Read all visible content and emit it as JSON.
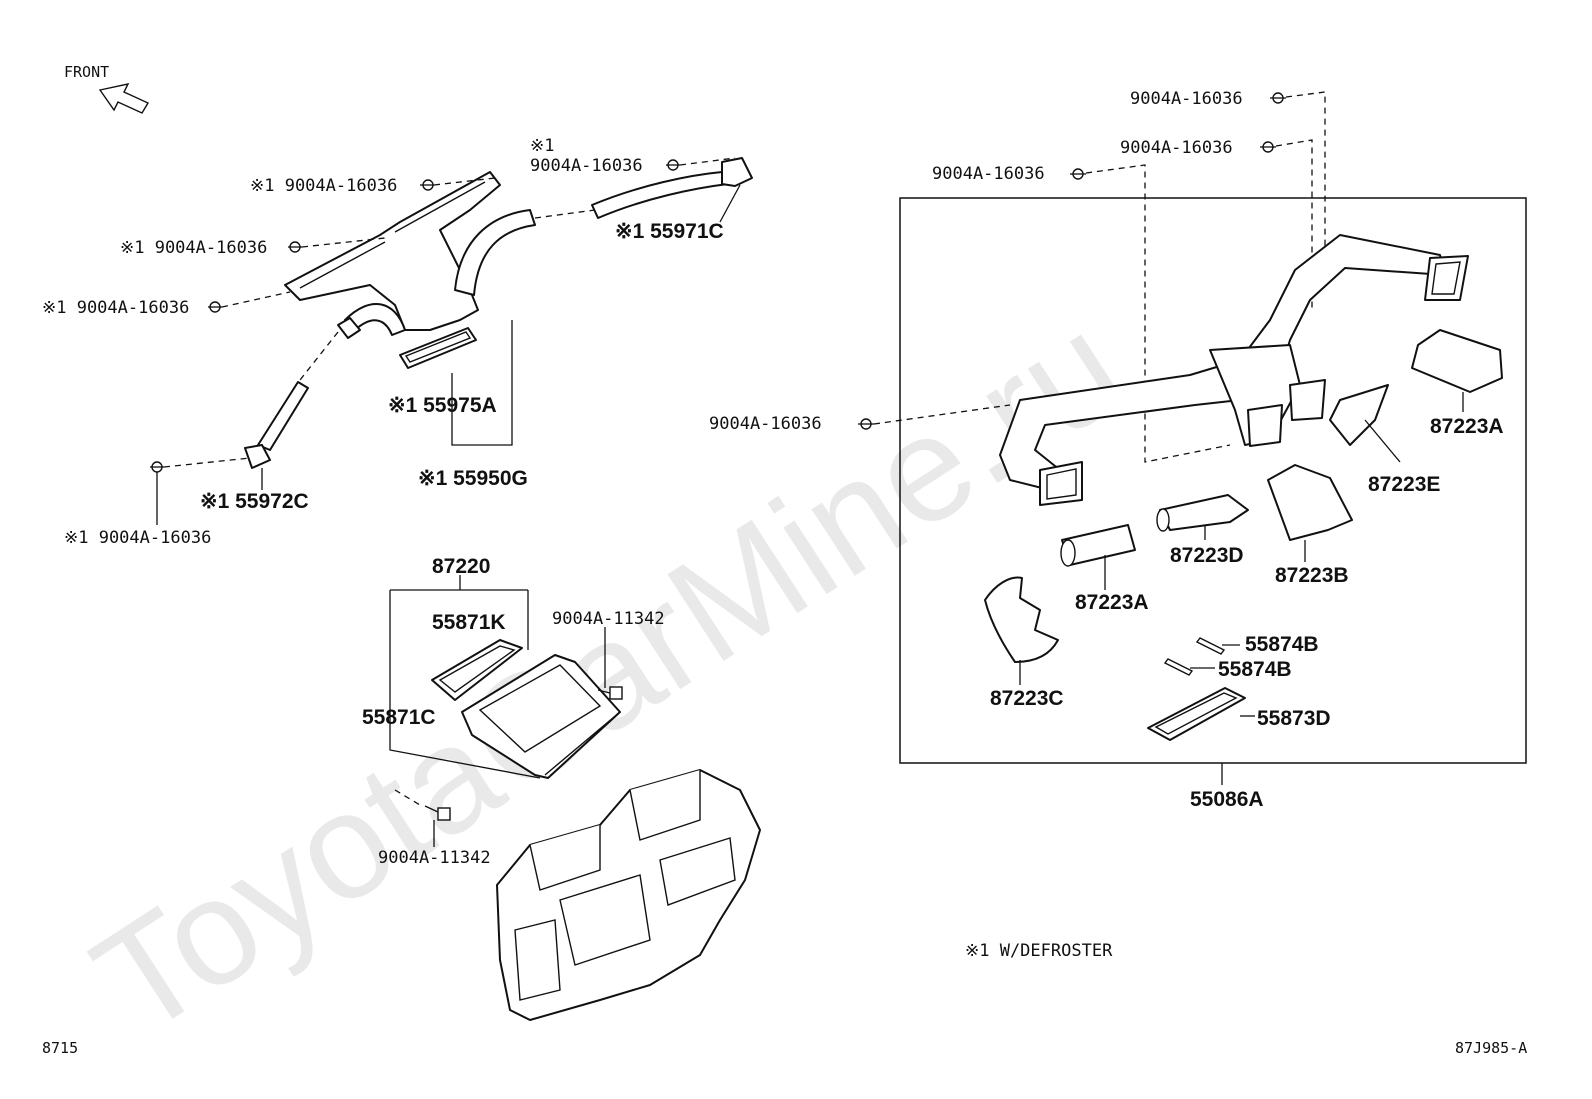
{
  "front_label": "FRONT",
  "defroster_prefix": "※1",
  "callouts": {
    "fastener_defroster_a": "※1 9004A-16036",
    "fastener_defroster_b": "※1 9004A-16036",
    "fastener_defroster_c": "※1 9004A-16036",
    "fastener_defroster_d": "※1 9004A-16036",
    "fastener_defroster_e": "9004A-16036",
    "duct_55971c": "※1 55971C",
    "duct_55972c": "※1 55972C",
    "gasket_55975a": "※1 55975A",
    "nozzle_55950g": "※1 55950G",
    "filter_assy_87220": "87220",
    "gasket_55871k": "55871K",
    "case_55871c": "55871C",
    "screw_upper": "9004A-11342",
    "screw_lower": "9004A-11342",
    "fastener_right_1": "9004A-16036",
    "fastener_right_2": "9004A-16036",
    "fastener_right_3": "9004A-16036",
    "fastener_right_4": "9004A-16036",
    "part_87223a_upper": "87223A",
    "part_87223e": "87223E",
    "part_87223d": "87223D",
    "part_87223b": "87223B",
    "part_87223a_lower": "87223A",
    "part_87223c": "87223C",
    "part_55874b_1": "55874B",
    "part_55874b_2": "55874B",
    "part_55873d": "55873D",
    "duct_assy_55086a": "55086A"
  },
  "footnote": "※1 W/DEFROSTER",
  "page_code_left": "8715",
  "page_code_right": "87J985-A",
  "watermark": "ToyotaCarMine.ru",
  "colors": {
    "line": "#111111",
    "background": "#ffffff",
    "watermark": "#e9e9e9"
  }
}
